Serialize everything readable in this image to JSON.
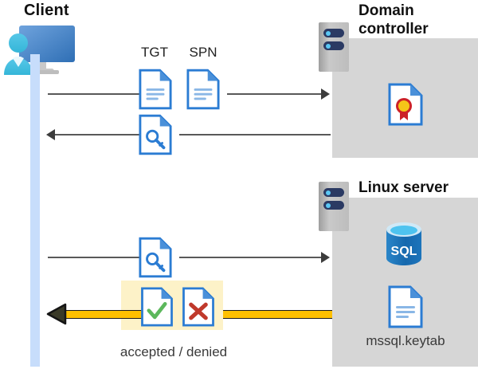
{
  "diagram": {
    "type": "kerberos-authentication-sequence",
    "actors": {
      "client": {
        "title": "Client",
        "icon": "user-computer-icon"
      },
      "domain_controller": {
        "title_line1": "Domain",
        "title_line2": "controller",
        "icon": "server-rack-icon",
        "contents": [
          {
            "name": "certificate-icon",
            "label": ""
          }
        ]
      },
      "linux_server": {
        "title": "Linux server",
        "icon": "server-rack-icon",
        "contents": [
          {
            "name": "sql-database-icon",
            "label": "SQL"
          },
          {
            "name": "keytab-document-icon",
            "label": "mssql.keytab"
          }
        ]
      }
    },
    "messages": [
      {
        "id": 1,
        "direction": "right",
        "artifacts": [
          {
            "icon": "document-icon",
            "label": "TGT"
          },
          {
            "icon": "document-icon",
            "label": "SPN"
          }
        ]
      },
      {
        "id": 2,
        "direction": "left",
        "artifacts": [
          {
            "icon": "key-document-icon",
            "label": ""
          }
        ]
      },
      {
        "id": 3,
        "direction": "right",
        "artifacts": [
          {
            "icon": "key-document-icon",
            "label": ""
          }
        ]
      },
      {
        "id": 4,
        "direction": "left",
        "highlight": true,
        "caption": "accepted / denied",
        "artifacts": [
          {
            "icon": "accepted-document-icon",
            "label": ""
          },
          {
            "icon": "denied-document-icon",
            "label": ""
          }
        ]
      }
    ],
    "labels": {
      "tgt": "TGT",
      "spn": "SPN",
      "accepted_denied": "accepted / denied",
      "keytab": "mssql.keytab",
      "sql": "SQL"
    },
    "colors": {
      "lifeline": "#c7ddfb",
      "panel": "#d6d6d6",
      "doc_border": "#2b7cd3",
      "doc_fold": "#4a90d9",
      "gold_arrow": "#ffc000",
      "highlight_box": "#fdf2c8",
      "accept_check": "#5cb85c",
      "deny_x": "#c0392b",
      "line": "#595959",
      "server_led": "#5bc8f5",
      "server_bar": "#2b3a63",
      "sql_blue": "#1c74bb",
      "seal_gold": "#f5c518",
      "seal_red": "#cc2127"
    }
  }
}
